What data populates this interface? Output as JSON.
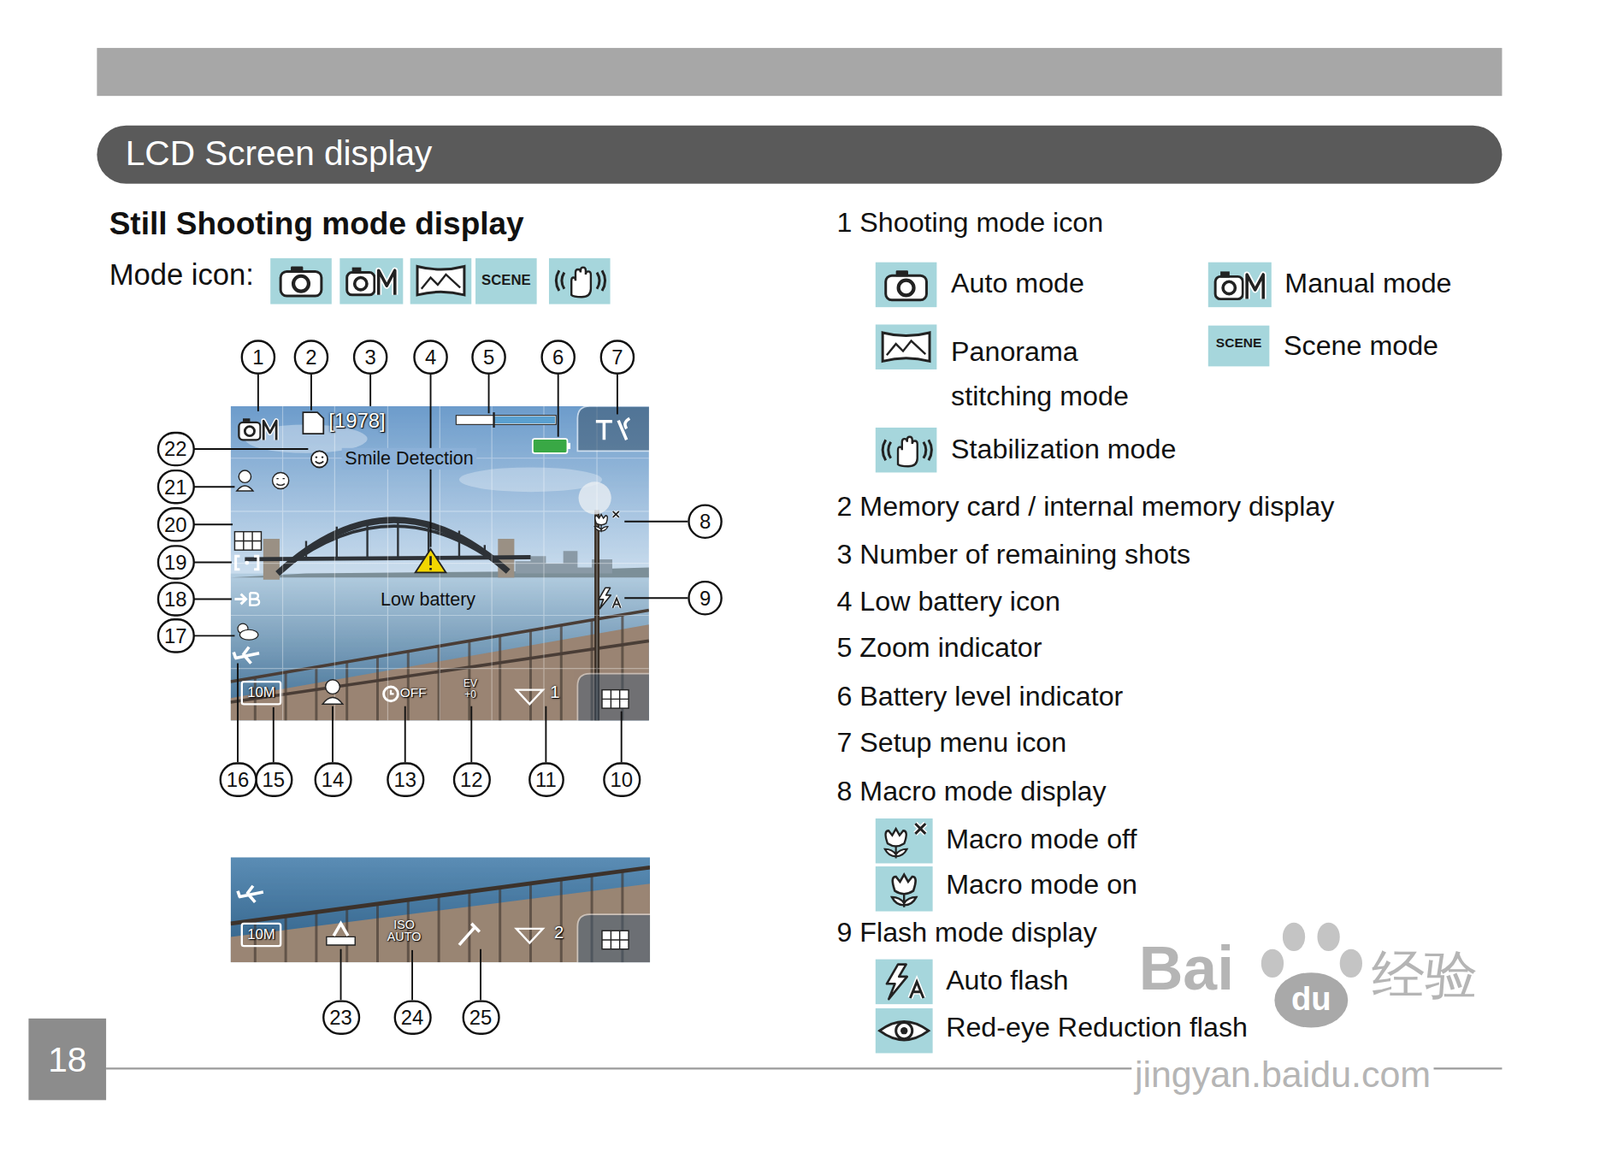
{
  "diagram": {
    "title": "LCD Screen display",
    "nodes": [
      {
        "text": [
          "1"
        ]
      },
      {
        "text": [
          "2"
        ]
      },
      {
        "text": [
          "3"
        ]
      },
      {
        "text": [
          "4"
        ]
      },
      {
        "text": [
          "5"
        ]
      },
      {
        "text": [
          "6"
        ]
      },
      {
        "text": [
          "7"
        ]
      },
      {
        "text": [
          "8"
        ]
      },
      {
        "text": [
          "9"
        ]
      },
      {
        "text": [
          "10"
        ]
      },
      {
        "text": [
          "11"
        ]
      },
      {
        "text": [
          "12"
        ]
      },
      {
        "text": [
          "13"
        ]
      },
      {
        "text": [
          "14"
        ]
      },
      {
        "text": [
          "15"
        ]
      },
      {
        "text": [
          "16"
        ]
      },
      {
        "text": [
          "17"
        ]
      },
      {
        "text": [
          "18"
        ]
      },
      {
        "text": [
          "19"
        ]
      },
      {
        "text": [
          "20"
        ]
      },
      {
        "text": [
          "21"
        ]
      },
      {
        "text": [
          "22"
        ]
      },
      {
        "text": [
          "23"
        ]
      },
      {
        "text": [
          "24"
        ]
      },
      {
        "text": [
          "25"
        ]
      },
      {
        "text": [
          "18"
        ]
      }
    ],
    "labels": [
      "Still Shooting mode display",
      "Mode icon:",
      "SCENE",
      "[1978]",
      "Smile Detection",
      "Low battery",
      "10M",
      "OFF",
      "EV +0",
      "1",
      "10M",
      "ISO AUTO",
      "2",
      "1 Shooting mode icon",
      "Auto mode",
      "Manual mode",
      "Panorama stitching mode",
      "SCENE",
      "Scene mode",
      "Stabilization mode",
      "2 Memory card / internal memory display",
      "3 Number of remaining shots",
      "4 Low battery icon",
      "5 Zoom indicator",
      "6 Battery level indicator",
      "7 Setup menu icon",
      "8 Macro mode display",
      "Macro mode off",
      "Macro mode on",
      "9 Flash mode display",
      "Auto flash",
      "Red-eye Reduction flash",
      "Bai",
      "du",
      "经验",
      "jingyan.baidu.com"
    ]
  }
}
